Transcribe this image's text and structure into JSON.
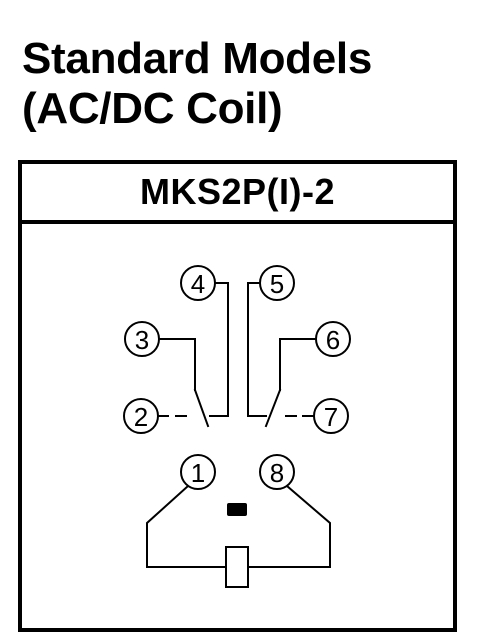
{
  "heading": {
    "line1": "Standard Models",
    "line2": "(AC/DC Coil)"
  },
  "model": {
    "name": "MKS2P(I)-2"
  },
  "terminals": {
    "t1": "1",
    "t2": "2",
    "t3": "3",
    "t4": "4",
    "t5": "5",
    "t6": "6",
    "t7": "7",
    "t8": "8"
  },
  "icons": [
    "coil-symbol-icon",
    "indicator-led-icon",
    "contact-switch-icon"
  ],
  "colors": {
    "line": "#000000",
    "background": "#ffffff"
  }
}
